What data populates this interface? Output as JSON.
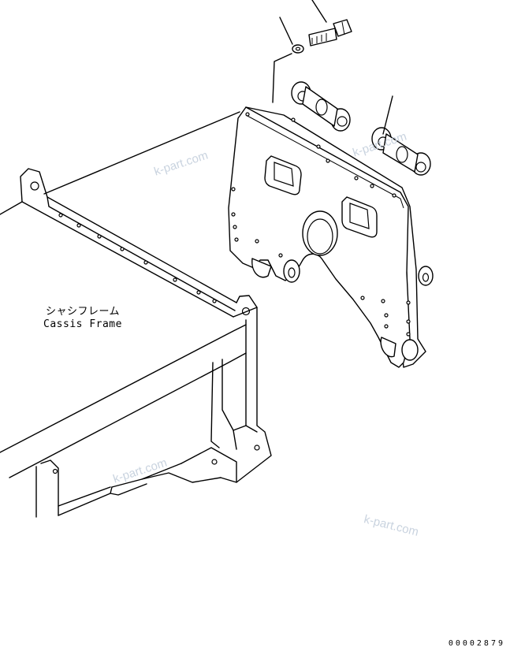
{
  "labels": {
    "chassis_frame_jp": "シャシフレーム",
    "chassis_frame_en": "Cassis Frame"
  },
  "watermarks": [
    "k-part.com",
    "k-part.com",
    "k-part.com",
    "k-part.com"
  ],
  "document_number": "00002879",
  "colors": {
    "line": "#000000",
    "background": "#ffffff",
    "watermark": "#c9d3df"
  }
}
